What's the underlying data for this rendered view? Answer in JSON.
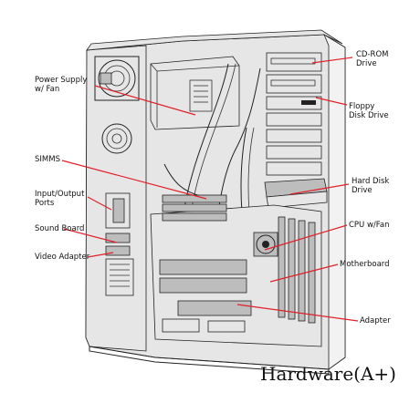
{
  "diagram": {
    "labels": {
      "power_supply": [
        "Power Supply",
        "w/ Fan"
      ],
      "simms": [
        "SIMMS"
      ],
      "io_ports": [
        "Input/Output",
        "Ports"
      ],
      "sound_board": [
        "Sound Board"
      ],
      "video_adapter": [
        "Video Adapter"
      ],
      "cdrom": [
        "CD-ROM",
        "Drive"
      ],
      "floppy": [
        "Floppy",
        "Disk Drive"
      ],
      "hard_disk": [
        "Hard Disk",
        "Drive"
      ],
      "cpu": [
        "CPU w/Fan"
      ],
      "motherboard": [
        "Motherboard"
      ],
      "adapter": [
        "Adapter"
      ]
    },
    "leader_color": "#e0202a",
    "caption": "Hardware(A+)"
  }
}
